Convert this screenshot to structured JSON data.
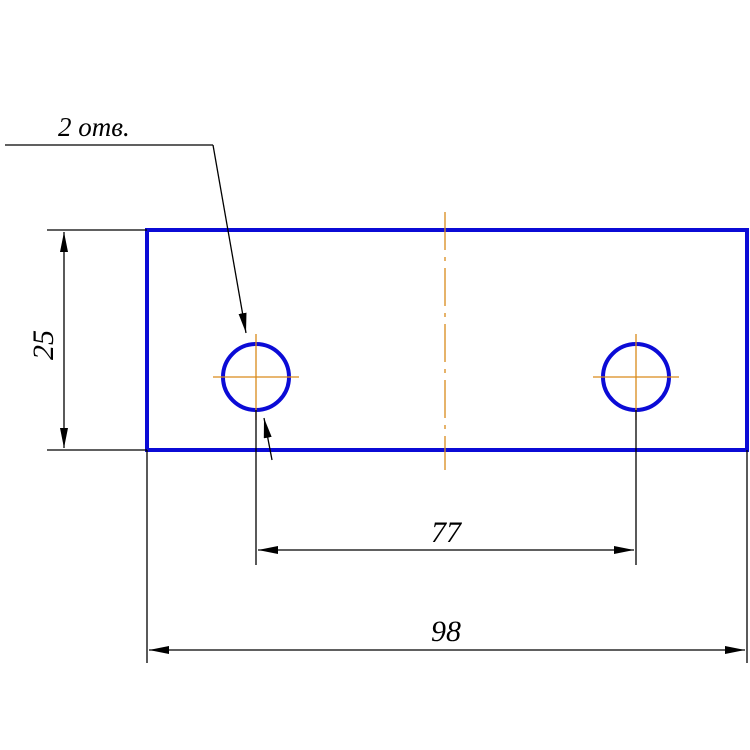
{
  "drawing": {
    "hole_note": "2 отв.",
    "dimensions": {
      "height": "25",
      "hole_spacing": "77",
      "overall_length": "98"
    }
  },
  "colors": {
    "outline": "#0b0bd6",
    "centerline": "#d98a1a",
    "dimension": "#000000"
  }
}
